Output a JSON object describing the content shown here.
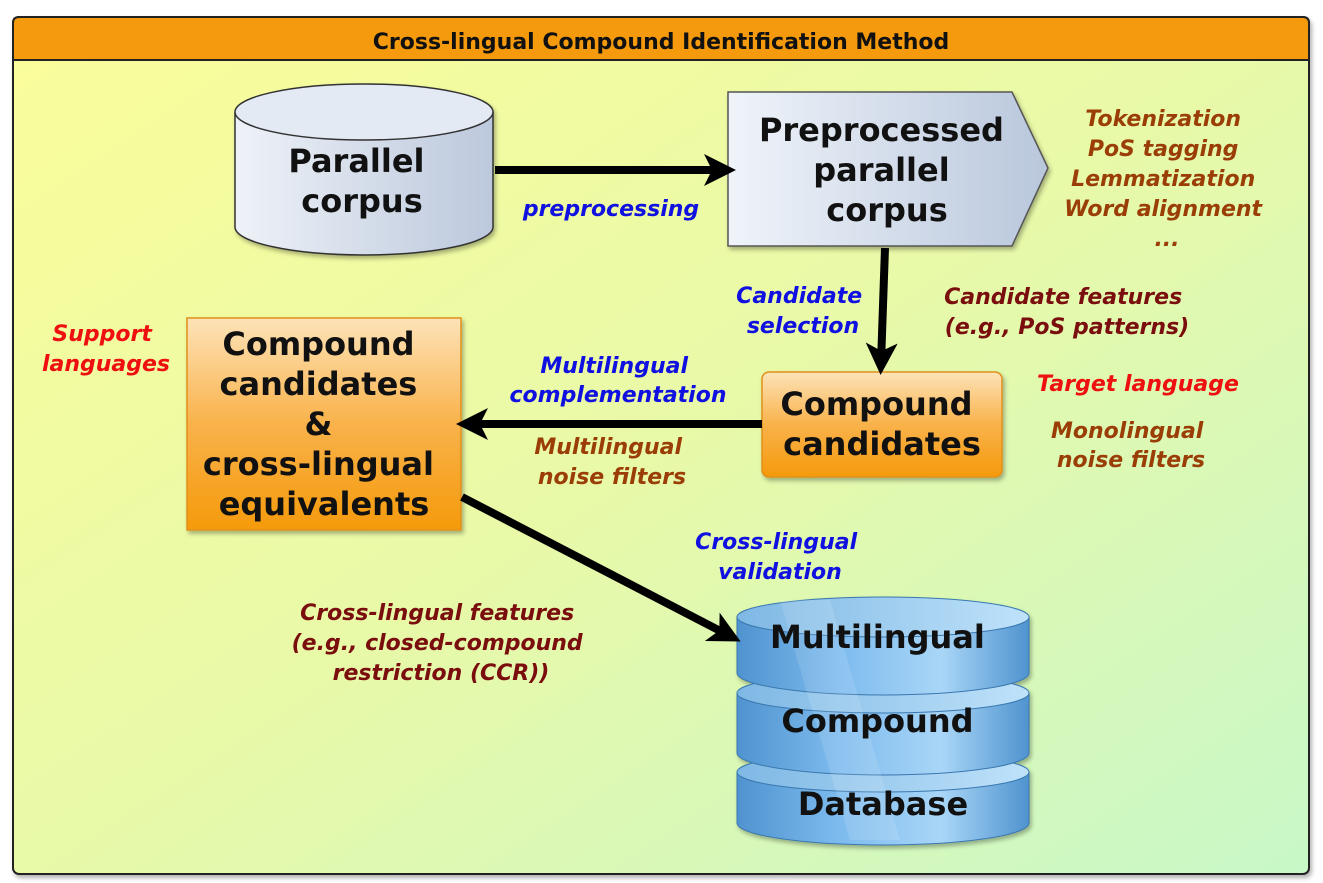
{
  "title": "Cross-lingual Compound Identification Method",
  "nodes": {
    "parallel_corpus": [
      "Parallel",
      "corpus"
    ],
    "preprocessed_corpus": [
      "Preprocessed",
      "parallel",
      "corpus"
    ],
    "compound_candidates": [
      "Compound",
      "candidates"
    ],
    "candidates_equivalents": [
      "Compound",
      "candidates",
      "&",
      "cross-lingual",
      "equivalents"
    ],
    "database": [
      "Multilingual",
      "Compound",
      "Database"
    ]
  },
  "edges": {
    "preprocessing": "preprocessing",
    "candidate_selection": [
      "Candidate",
      "selection"
    ],
    "multilingual_complementation": [
      "Multilingual",
      "complementation"
    ],
    "cross_lingual_validation": [
      "Cross-lingual",
      "validation"
    ]
  },
  "annotations": {
    "preprocessing_steps": [
      "Tokenization",
      "PoS tagging",
      "Lemmatization",
      "Word alignment",
      "..."
    ],
    "candidate_features": [
      "Candidate features",
      "(e.g., PoS patterns)"
    ],
    "target_language": "Target language",
    "monolingual_filters": [
      "Monolingual",
      "noise filters"
    ],
    "multilingual_filters": [
      "Multilingual",
      "noise filters"
    ],
    "support_languages": [
      "Support",
      "languages"
    ],
    "cross_lingual_features": [
      "Cross-lingual features",
      "(e.g., closed-compound",
      "restriction (CCR))"
    ]
  },
  "colors": {
    "header": "#f59a0c",
    "blue_label": "#1010e0",
    "brown_label": "#9a3d06",
    "darkred_label": "#7a0d0d",
    "red_label": "#ee1010"
  }
}
